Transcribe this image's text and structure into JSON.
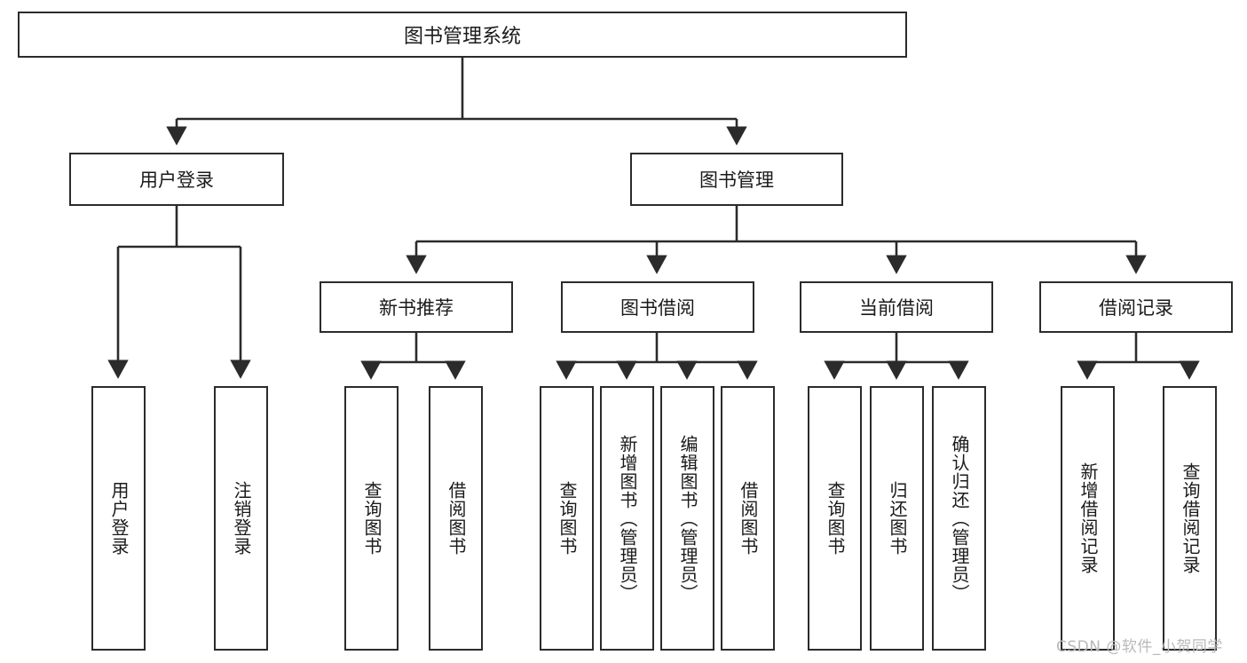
{
  "diagram": {
    "title": "图书管理系统",
    "watermark": "CSDN @软件_小贺同学",
    "colors": {
      "stroke": "#2b2b2b",
      "fill": "#ffffff",
      "text": "#1a1a1a",
      "watermark": "#b9b9b9",
      "background": "#ffffff"
    },
    "root": {
      "label": "图书管理系统"
    },
    "level2": [
      {
        "label": "用户登录"
      },
      {
        "label": "图书管理"
      }
    ],
    "level3": [
      {
        "label": "新书推荐"
      },
      {
        "label": "图书借阅"
      },
      {
        "label": "当前借阅"
      },
      {
        "label": "借阅记录"
      }
    ],
    "leaves": {
      "user_login": [
        {
          "label": "用户登录"
        },
        {
          "label": "注销登录"
        }
      ],
      "new_book_recommend": [
        {
          "label": "查询图书"
        },
        {
          "label": "借阅图书"
        }
      ],
      "book_borrow": [
        {
          "label": "查询图书"
        },
        {
          "label": "新增图书（管理员）"
        },
        {
          "label": "编辑图书（管理员）"
        },
        {
          "label": "借阅图书"
        }
      ],
      "current_borrow": [
        {
          "label": "查询图书"
        },
        {
          "label": "归还图书"
        },
        {
          "label": "确认归还（管理员）"
        }
      ],
      "borrow_record": [
        {
          "label": "新增借阅记录"
        },
        {
          "label": "查询借阅记录"
        }
      ]
    }
  }
}
